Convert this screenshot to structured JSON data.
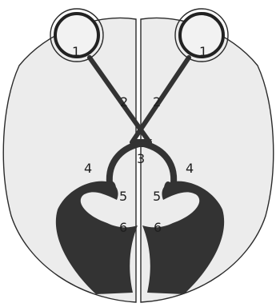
{
  "labels": {
    "eye_left": "1",
    "eye_right": "1",
    "nerve_left": "2",
    "nerve_right": "2",
    "chiasm": "3",
    "tract_left": "4",
    "tract_right": "4",
    "lgn_left": "5",
    "lgn_right": "5",
    "radiation_left": "6",
    "radiation_right": "6"
  },
  "colors": {
    "brain_fill": "#ececec",
    "outline": "#2a2a2a",
    "pathway": "#333333",
    "eye_fill": "#f2f2f2",
    "label": "#1e1e1e"
  }
}
